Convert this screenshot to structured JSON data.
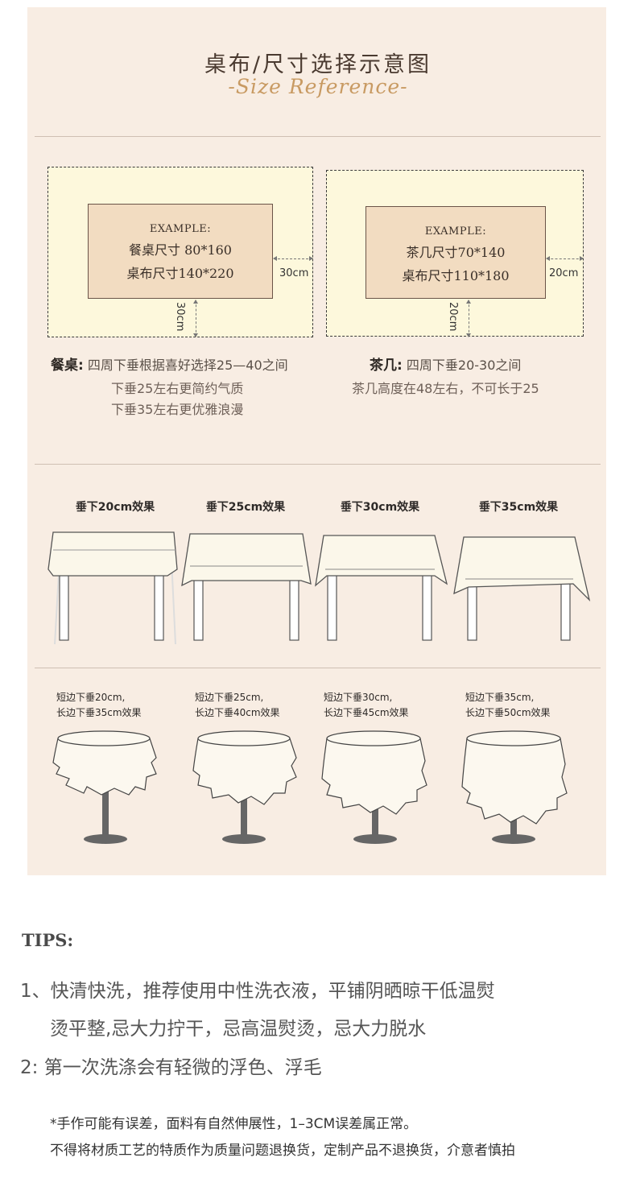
{
  "header": {
    "title": "桌布/尺寸选择示意图",
    "subtitle": "-Size Reference-"
  },
  "dining": {
    "example_label": "EXAMPLE:",
    "table_size": "餐桌尺寸 80*160",
    "cloth_size": "桌布尺寸140*220",
    "side_drop": "30cm",
    "bottom_drop": "30cm",
    "heading": "餐桌:",
    "desc": "四周下垂根据喜好选择25—40之间",
    "note1": "下垂25左右更简约气质",
    "note2": "下垂35左右更优雅浪漫"
  },
  "coffee": {
    "example_label": "EXAMPLE:",
    "table_size": "茶几尺寸70*140",
    "cloth_size": "桌布尺寸110*180",
    "side_drop": "20cm",
    "bottom_drop": "20cm",
    "heading": "茶几:",
    "desc": "四周下垂20-30之间",
    "note1": "茶几高度在48左右，不可长于25"
  },
  "rect_effects": [
    {
      "label": "垂下20cm效果"
    },
    {
      "label": "垂下25cm效果"
    },
    {
      "label": "垂下30cm效果"
    },
    {
      "label": "垂下35cm效果"
    }
  ],
  "round_effects": [
    {
      "line1": "短边下垂20cm,",
      "line2": "长边下垂35cm效果"
    },
    {
      "line1": "短边下垂25cm,",
      "line2": "长边下垂40cm效果"
    },
    {
      "line1": "短边下垂30cm,",
      "line2": "长边下垂45cm效果"
    },
    {
      "line1": "短边下垂35cm,",
      "line2": "长边下垂50cm效果"
    }
  ],
  "tips": {
    "heading": "TIPS:",
    "tip1_line1": "1、快清快洗，推荐使用中性洗衣液，平铺阴晒晾干低温熨",
    "tip1_line2": "烫平整,忌大力拧干，忌高温熨烫，忌大力脱水",
    "tip2": "2: 第一次洗涤会有轻微的浮色、浮毛",
    "note1": "*手作可能有误差，面料有自然伸展性，1–3CM误差属正常。",
    "note2": "不得将材质工艺的特质作为质量问题退换货，定制产品不退换货，介意者慎拍"
  },
  "colors": {
    "panel_bg": "#f8ede3",
    "accent_script": "#c89a62",
    "dashed_area": "#fdf8dc",
    "table_fill": "#f2dcc1"
  }
}
